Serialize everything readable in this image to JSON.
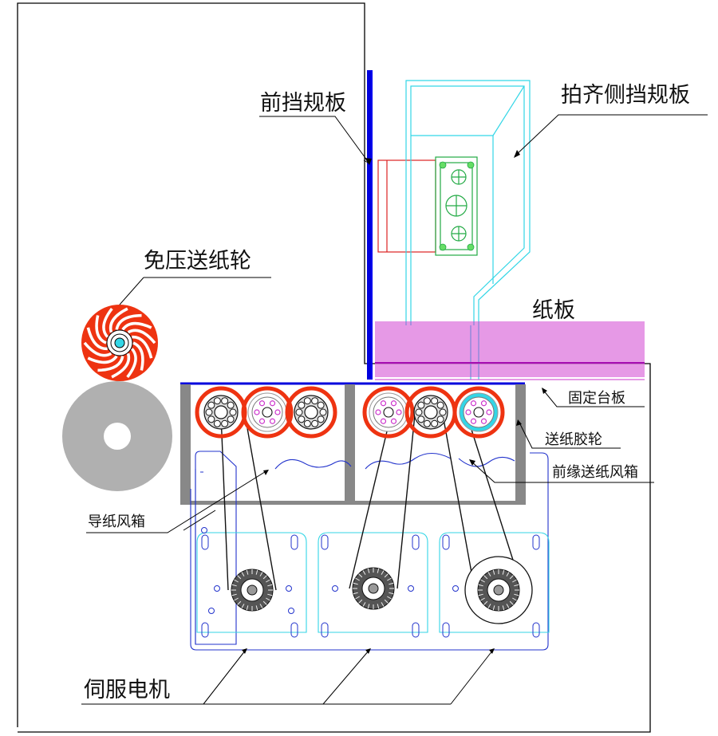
{
  "labels": {
    "front_stop": "前挡规板",
    "side_stop": "拍齐侧挡规板",
    "press_free_wheel": "免压送纸轮",
    "cardboard": "纸板",
    "fixed_table": "固定台板",
    "rubber_wheel": "送纸胶轮",
    "front_edge_box": "前缘送纸风箱",
    "guide_box": "导纸风箱",
    "servo_motor": "伺服电机"
  },
  "colors": {
    "outline": "#000000",
    "front_plate": "#0000dd",
    "side_plate": "#33d6e6",
    "cardboard": "#cc33cc",
    "wheel_red": "#ee3311",
    "bracket_green": "#22aa44",
    "mechanism_blue": "#2233cc",
    "wall_gray": "#888888",
    "roller_gray": "#b0b0b0"
  }
}
